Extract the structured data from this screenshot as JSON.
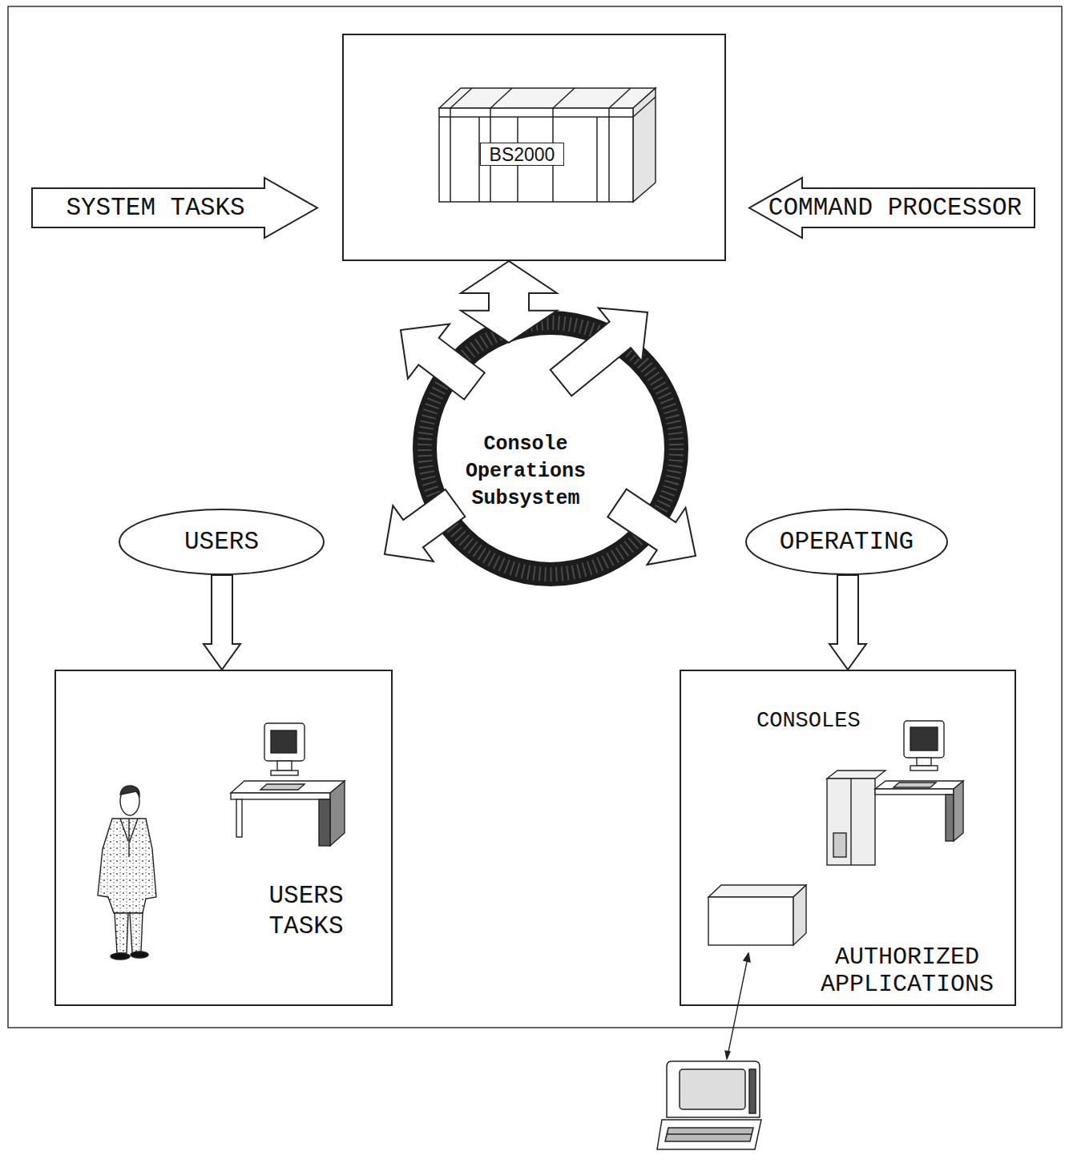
{
  "diagram": {
    "nodes": [
      {
        "text": [
          "BS2000"
        ]
      },
      {
        "text": [
          "SYSTEM TASKS"
        ]
      },
      {
        "text": [
          "COMMAND PROCESSOR"
        ]
      },
      {
        "text": [
          "Console Operations Subsystem"
        ]
      },
      {
        "text": [
          "USERS"
        ]
      },
      {
        "text": [
          "OPERATING"
        ]
      },
      {
        "text": [
          "USERS TASKS"
        ]
      },
      {
        "text": [
          "CONSOLES",
          "AUTHORIZED APPLICATIONS"
        ]
      }
    ],
    "edges": [
      {
        "from": 0,
        "to": 3,
        "arrow": "both"
      },
      {
        "from": 4,
        "to": 6,
        "arrow": "to"
      },
      {
        "from": 5,
        "to": 7,
        "arrow": "to"
      }
    ]
  }
}
